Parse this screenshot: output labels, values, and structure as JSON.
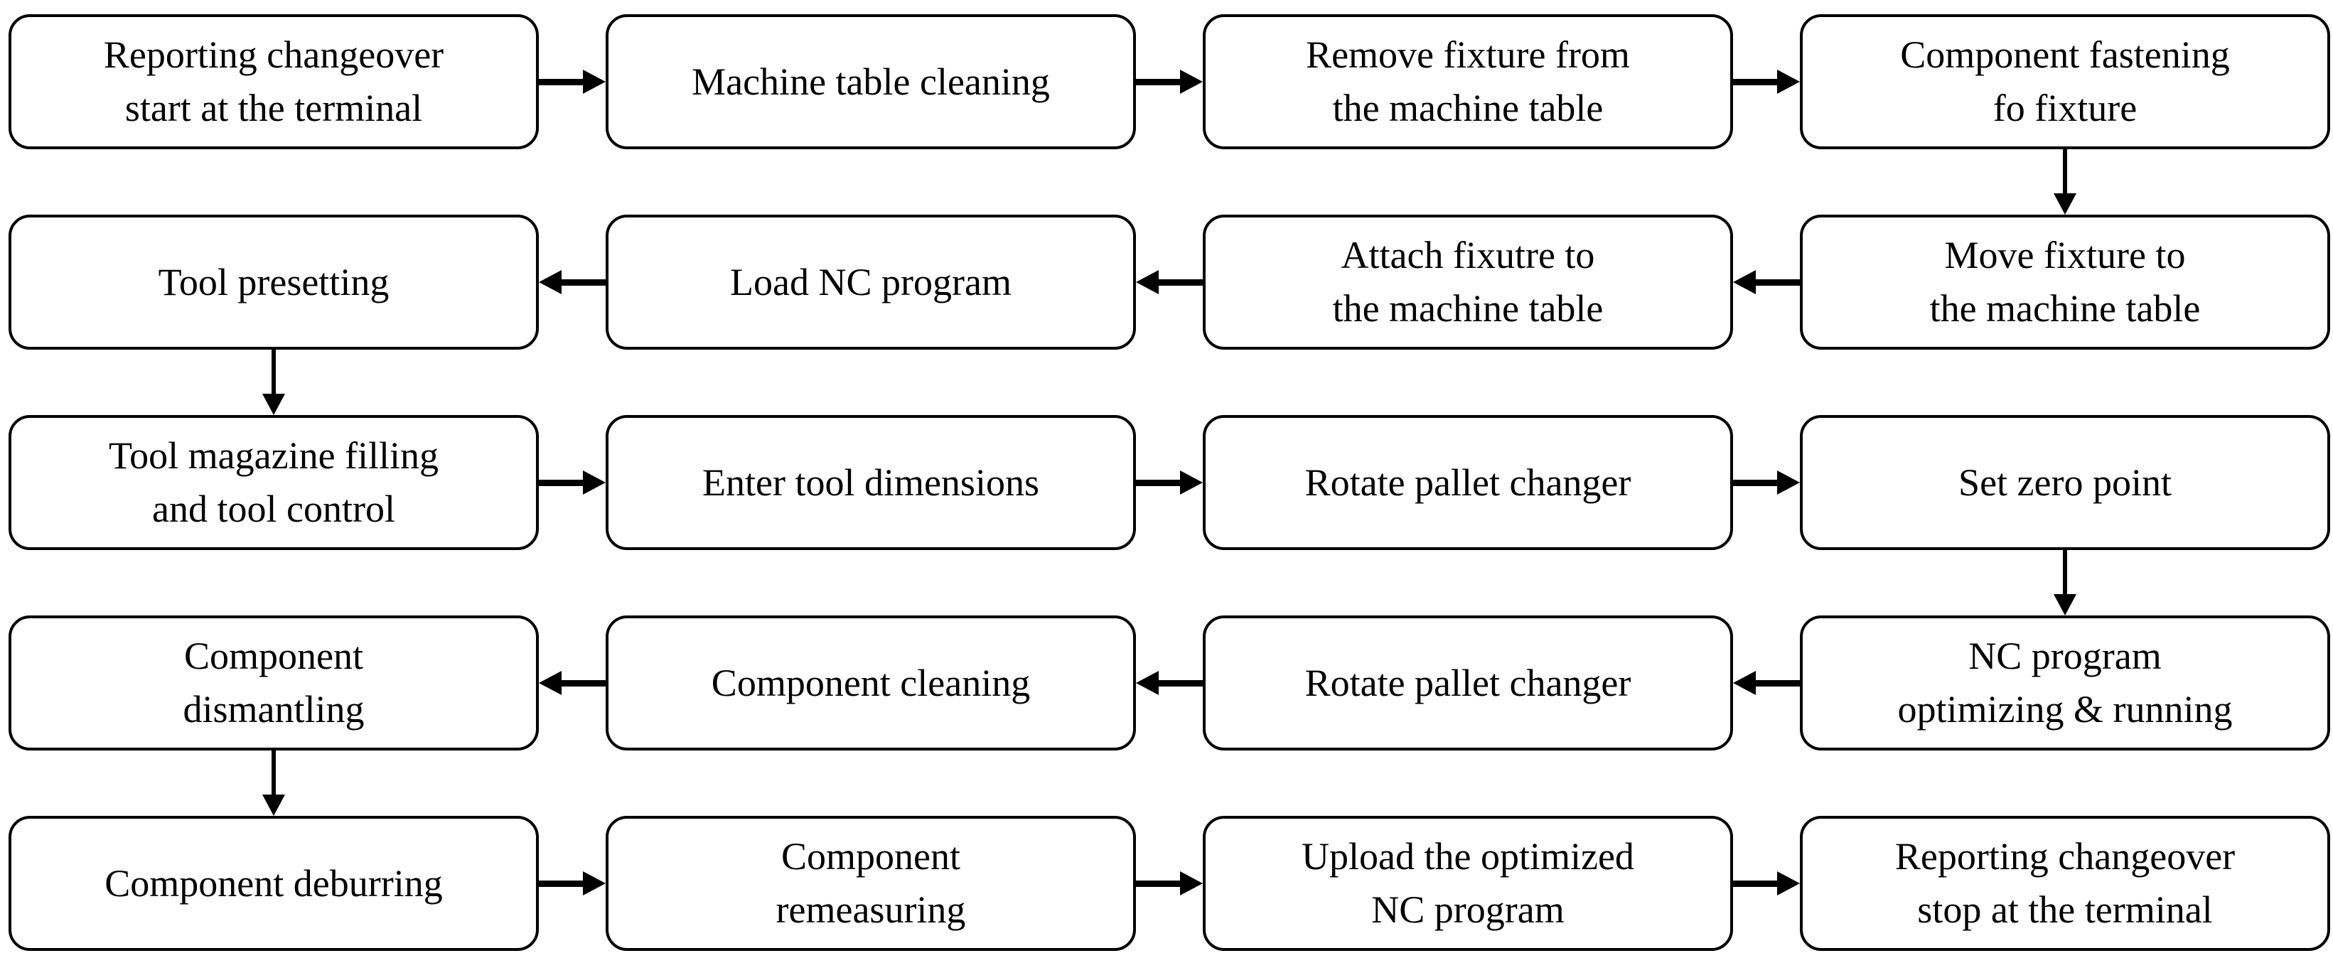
{
  "flowchart": {
    "colors": {
      "background": "#ffffff",
      "box_fill": "#ffffff",
      "box_border": "#000000",
      "arrow": "#000000"
    },
    "rows": [
      {
        "arrow_direction": "right",
        "boxes": [
          {
            "label": "Reporting changeover\nstart at the terminal"
          },
          {
            "label": "Machine table cleaning"
          },
          {
            "label": "Remove fixture from\nthe machine table"
          },
          {
            "label": "Component fastening\nfo fixture"
          }
        ]
      },
      {
        "arrow_direction": "left",
        "boxes": [
          {
            "label": "Tool presetting"
          },
          {
            "label": "Load NC program"
          },
          {
            "label": "Attach fixutre to\nthe machine table"
          },
          {
            "label": "Move fixture to\nthe machine table"
          }
        ]
      },
      {
        "arrow_direction": "right",
        "boxes": [
          {
            "label": "Tool magazine filling\nand tool control"
          },
          {
            "label": "Enter tool dimensions"
          },
          {
            "label": "Rotate pallet changer"
          },
          {
            "label": "Set zero point"
          }
        ]
      },
      {
        "arrow_direction": "left",
        "boxes": [
          {
            "label": "Component\ndismantling"
          },
          {
            "label": "Component cleaning"
          },
          {
            "label": "Rotate pallet changer"
          },
          {
            "label": "NC program\noptimizing & running"
          }
        ]
      },
      {
        "arrow_direction": "right",
        "boxes": [
          {
            "label": "Component deburring"
          },
          {
            "label": "Component\nremeasuring"
          },
          {
            "label": "Upload the optimized\nNC program"
          },
          {
            "label": "Reporting changeover\nstop at the terminal"
          }
        ]
      }
    ],
    "vertical_connectors": [
      {
        "from": "row1-col4",
        "to": "row2-col4",
        "direction": "down"
      },
      {
        "from": "row2-col1",
        "to": "row3-col1",
        "direction": "down"
      },
      {
        "from": "row3-col4",
        "to": "row4-col4",
        "direction": "down"
      },
      {
        "from": "row4-col1",
        "to": "row5-col1",
        "direction": "down"
      }
    ]
  }
}
